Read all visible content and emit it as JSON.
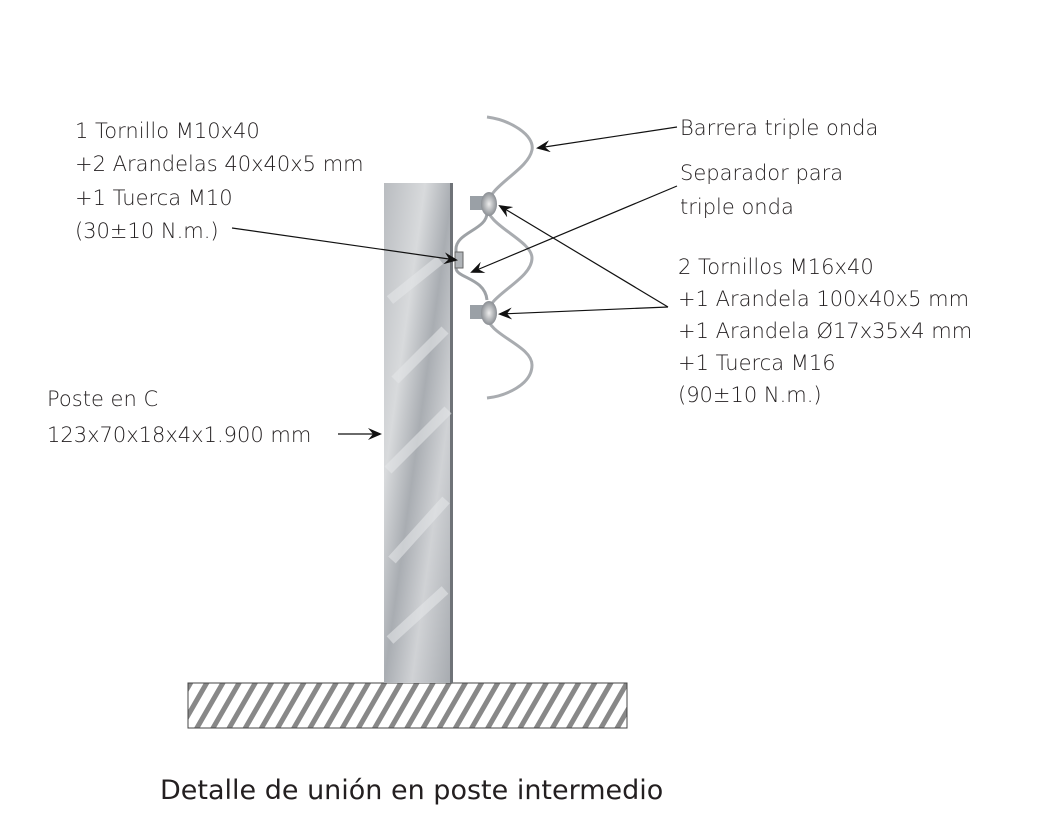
{
  "labels": {
    "bolt_m10": [
      "1 Tornillo M10x40",
      "+2 Arandelas 40x40x5 mm",
      "+1 Tuerca M10",
      "(30±10 N.m.)"
    ],
    "barrier": "Barrera triple onda",
    "spacer": [
      "Separador para",
      "triple onda"
    ],
    "bolts_m16": [
      "2 Tornillos M16x40",
      "+1 Arandela 100x40x5 mm",
      "+1 Arandela Ø17x35x4 mm",
      "+1 Tuerca M16",
      "(90±10 N.m.)"
    ],
    "post": [
      "Poste en C",
      "123x70x18x4x1.900 mm"
    ]
  },
  "caption": "Detalle de unión en poste intermedio"
}
